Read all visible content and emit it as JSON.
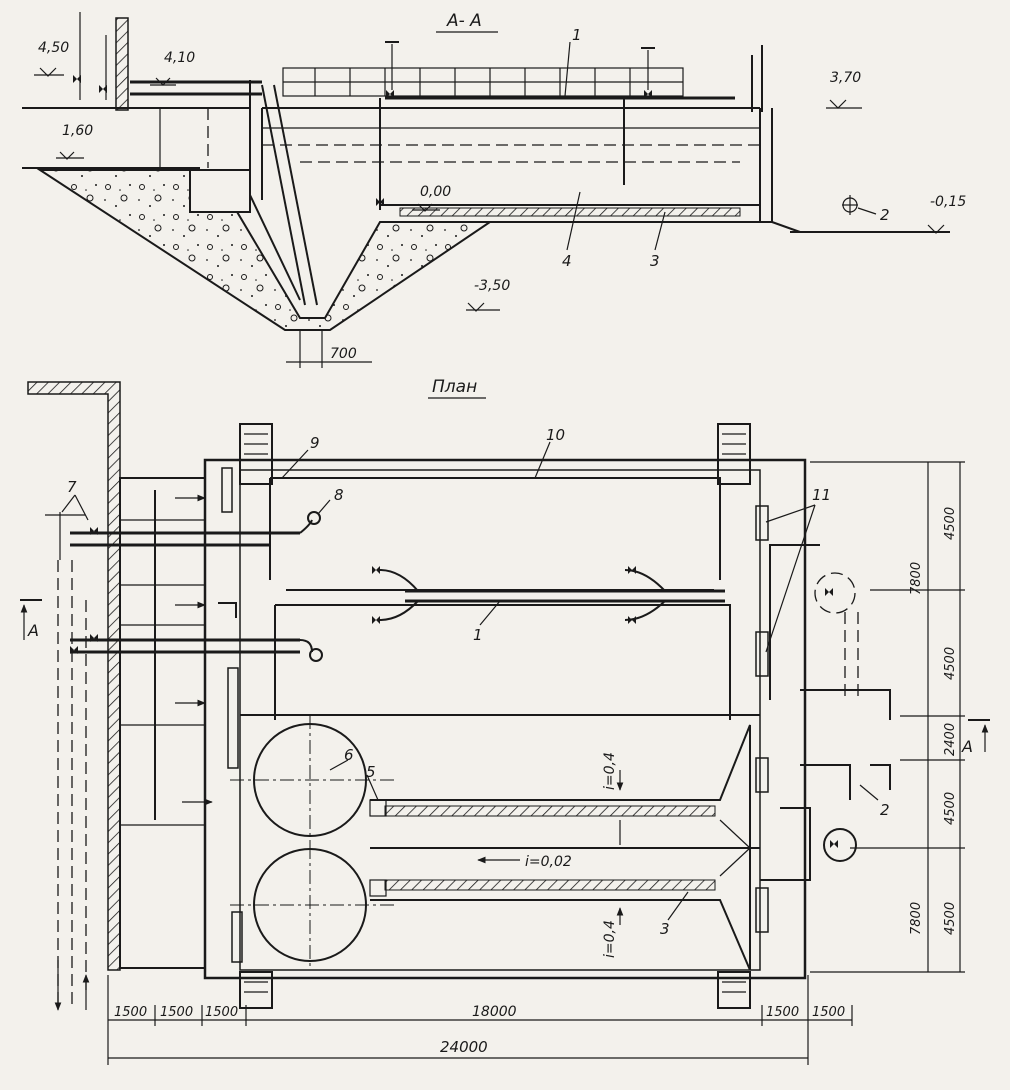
{
  "section": {
    "title": "А- А",
    "elevations": [
      "4,50",
      "4,10",
      "1,60",
      "0,00",
      "3,70",
      "-0,15",
      "-3,50"
    ],
    "dimension": "700",
    "callouts": [
      "1",
      "2",
      "3",
      "4"
    ]
  },
  "plan": {
    "title": "План",
    "callouts": [
      "7",
      "8",
      "9",
      "10",
      "11",
      "1",
      "6",
      "5",
      "3",
      "2"
    ],
    "slopes": [
      "i=0,4",
      "i=0,02",
      "i=0,4"
    ],
    "section_marks": [
      "А",
      "А"
    ],
    "right_dims": [
      "4500",
      "4500",
      "2400",
      "4500",
      "4500"
    ],
    "right_totals": [
      "7800",
      "7800"
    ],
    "bottom_dims": [
      "1500",
      "1500",
      "1500",
      "18000",
      "1500",
      "1500"
    ],
    "overall_dim": "24000"
  },
  "colors": {
    "ink": "#1a1a1a",
    "paper": "#f3f1ec"
  }
}
